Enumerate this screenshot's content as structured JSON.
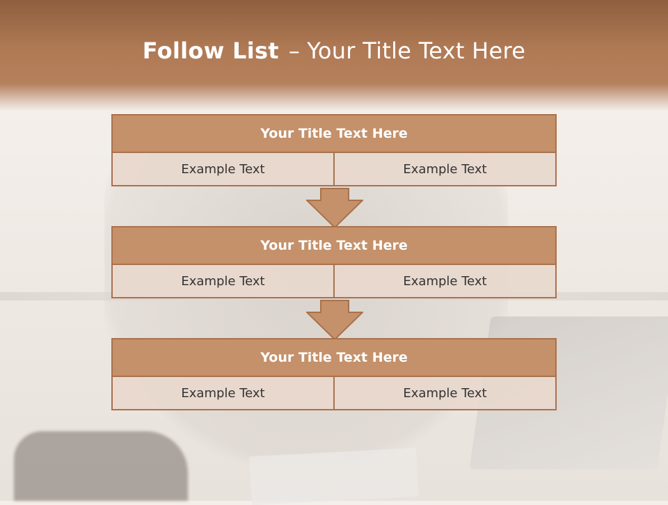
{
  "slide": {
    "title_bold": "Follow List",
    "title_dash": "–",
    "title_rest": "Your Title Text Here"
  },
  "blocks": [
    {
      "title": "Your Title Text Here",
      "left": "Example Text",
      "right": "Example Text"
    },
    {
      "title": "Your Title Text Here",
      "left": "Example Text",
      "right": "Example Text"
    },
    {
      "title": "Your Title Text Here",
      "left": "Example Text",
      "right": "Example Text"
    }
  ],
  "colors": {
    "header": "#b07a55",
    "block_head": "#c4916b",
    "block_border": "#a9714c",
    "cell_bg": "#e8d8cd"
  },
  "icons": [
    "down-arrow-icon"
  ]
}
